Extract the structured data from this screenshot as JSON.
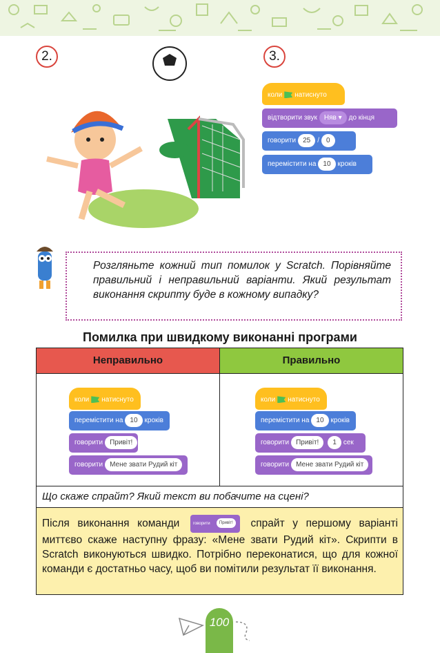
{
  "numbers": {
    "n2": "2.",
    "n3": "3."
  },
  "script3": {
    "hat": {
      "text": "коли",
      "suffix": "натиснуто"
    },
    "sound": {
      "text": "відтворити звук",
      "value": "Няв",
      "suffix": "до кінця"
    },
    "say": {
      "text": "говорити",
      "v1": "25",
      "sep": "/",
      "v2": "0"
    },
    "move": {
      "text": "перемістити на",
      "value": "10",
      "suffix": "кроків"
    }
  },
  "note": {
    "text": "Розгляньте кожний тип помилок у Scratch. Порівняйте правильний і неправильний варіанти. Який результат виконання скрипту буде в кожному випадку?"
  },
  "section_title": "Помилка при швидкому виконанні програми",
  "table": {
    "wrong_header": "Неправильно",
    "right_header": "Правильно",
    "wrong": {
      "hat": "коли",
      "hat_suffix": "натиснуто",
      "move": "перемістити на",
      "move_value": "10",
      "move_suffix": "кроків",
      "say1": "говорити",
      "say1_value": "Привіт!",
      "say2": "говорити",
      "say2_value": "Мене звати Рудий кіт"
    },
    "right": {
      "hat": "коли",
      "hat_suffix": "натиснуто",
      "move": "перемістити на",
      "move_value": "10",
      "move_suffix": "кроків",
      "say1": "говорити",
      "say1_value": "Привіт!",
      "say1_secs": "1",
      "say1_suffix": "сек",
      "say2": "говорити",
      "say2_value": "Мене звати Рудий кіт"
    },
    "question": "Що скаже спрайт? Який текст ви побачите на сцені?",
    "answer_part1": "Після виконання команди",
    "inline_block_text": "говорити",
    "inline_block_value": "Привіт!",
    "answer_part2": "спрайт у першому варіанті миттєво скаже наступну фразу: «Мене звати Рудий кіт». Скрипти в Scratch виконуються швидко. Потрібно переконатися, що для кожної команди є достатньо часу, щоб ви помітили результат її виконання."
  },
  "page_number": "100",
  "colors": {
    "wrong": "#e7584e",
    "right": "#8fc83f",
    "answer_bg": "#fdf0ad",
    "block_purple": "#9966c9",
    "block_blue": "#4c7ed9",
    "block_yellow": "#ffbf1f"
  }
}
